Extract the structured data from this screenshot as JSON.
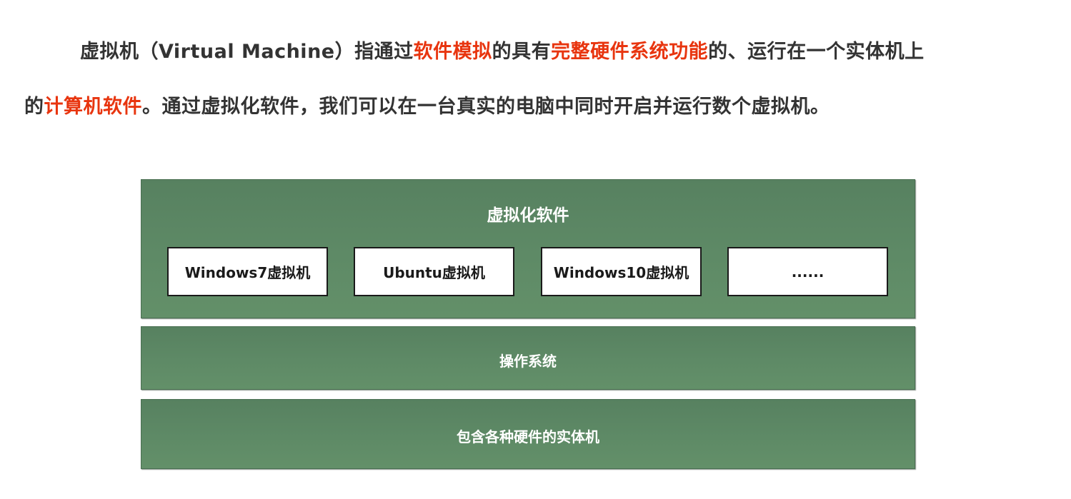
{
  "paragraph": {
    "line1": [
      {
        "text": "虚拟机（Virtual Machine）指通过",
        "highlight": false
      },
      {
        "text": "软件模拟",
        "highlight": true
      },
      {
        "text": "的具有",
        "highlight": false
      },
      {
        "text": "完整硬件系统功能",
        "highlight": true
      },
      {
        "text": "的、运行在一个实体机上",
        "highlight": false
      }
    ],
    "line2": [
      {
        "text": "的",
        "highlight": false
      },
      {
        "text": "计算机软件",
        "highlight": true
      },
      {
        "text": "。通过虚拟化软件，我们可以在一台真实的电脑中同时开启并运行数个虚拟机。",
        "highlight": false
      }
    ],
    "highlight_color": "#e8350f",
    "text_color": "#333333"
  },
  "diagram": {
    "layer_color": "#5e8a66",
    "layers": {
      "virtualization": {
        "label": "虚拟化软件",
        "vms": [
          "Windows7虚拟机",
          "Ubuntu虚拟机",
          "Windows10虚拟机",
          "......"
        ]
      },
      "os": {
        "label": "操作系统"
      },
      "hardware": {
        "label": "包含各种硬件的实体机"
      }
    }
  }
}
